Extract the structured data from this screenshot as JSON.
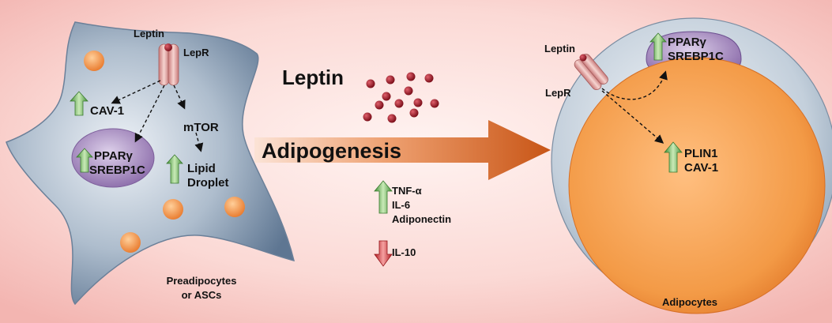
{
  "left_cell": {
    "ligand": "Leptin",
    "receptor": "LepR",
    "caveolin": "CAV-1",
    "mtor": "mTOR",
    "nucleus_line1": "PPARγ",
    "nucleus_line2": "SREBP1C",
    "lipid_line1": "Lipid",
    "lipid_line2": "Droplet",
    "caption_line1": "Preadipocytes",
    "caption_line2": "or ASCs"
  },
  "center": {
    "ligand_title": "Leptin",
    "process_label": "Adipogenesis",
    "up_cytokines": [
      "TNF-α",
      "IL-6",
      "Adiponectin"
    ],
    "down_cytokines": [
      "IL-10"
    ]
  },
  "right_cell": {
    "ligand": "Leptin",
    "receptor": "LepR",
    "nucleus_line1": "PPARγ",
    "nucleus_line2": "SREBP1C",
    "droplet_line1": "PLIN1",
    "droplet_line2": "CAV-1",
    "caption": "Adipocytes"
  },
  "colors": {
    "background_center": "#fff0ee",
    "background_edge": "#f4bcb8",
    "cell_body": "#a7b7c8",
    "nucleus": "#a98bc4",
    "lipid_droplet": "#f39a46",
    "up_arrow": "#5faa4c",
    "down_arrow": "#c8282e",
    "process_arrow": "#d4621c",
    "leptin_particle": "#9c1524"
  }
}
